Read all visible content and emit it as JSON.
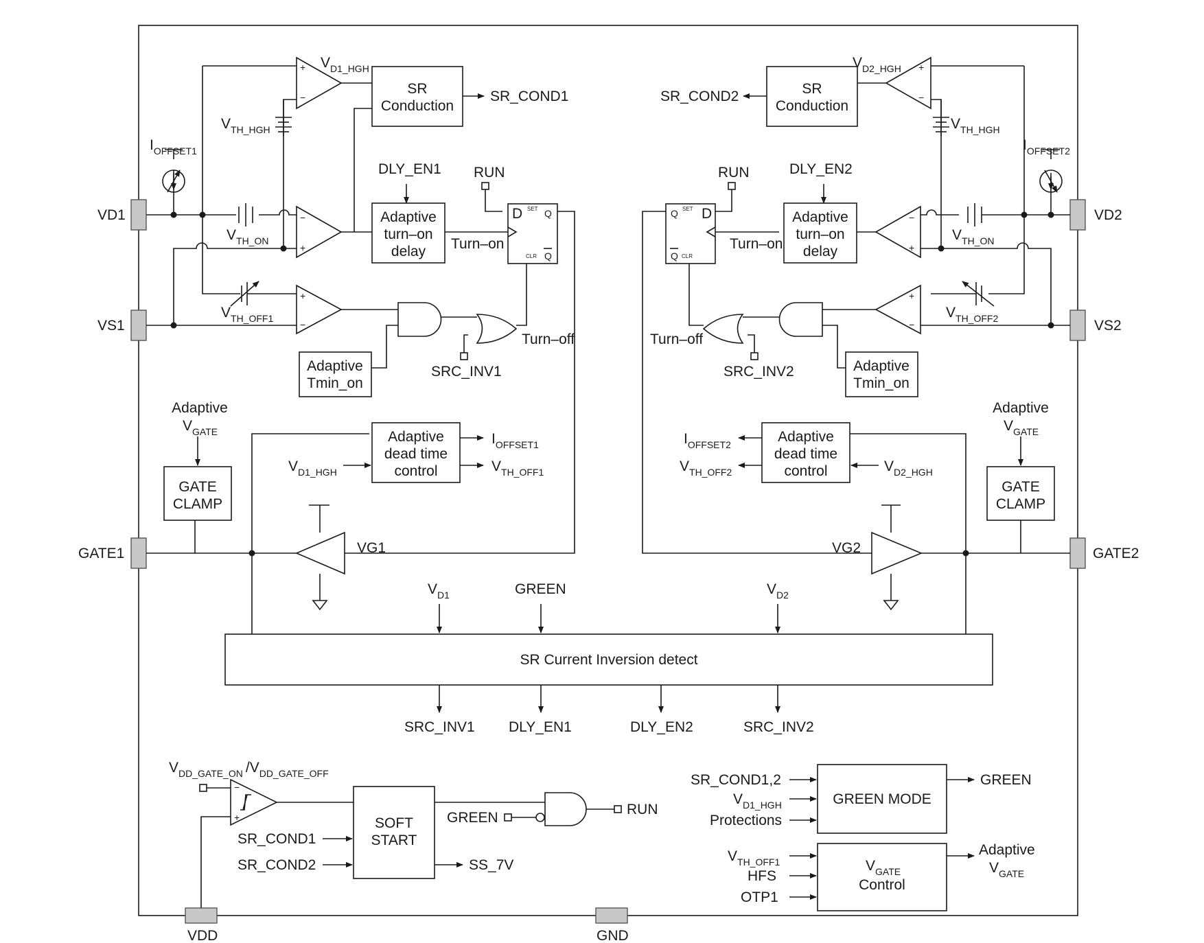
{
  "pins": {
    "vd1": "VD1",
    "vs1": "VS1",
    "gate1": "GATE1",
    "vd2": "VD2",
    "vs2": "VS2",
    "gate2": "GATE2",
    "vdd": "VDD",
    "gnd": "GND"
  },
  "blocks": {
    "sr_cond_l": [
      "SR",
      "Conduction"
    ],
    "sr_cond_r": [
      "SR",
      "Conduction"
    ],
    "adaptive_delay_l": [
      "Adaptive",
      "turn–on",
      "delay"
    ],
    "adaptive_delay_r": [
      "Adaptive",
      "turn–on",
      "delay"
    ],
    "tmin_l": [
      "Adaptive",
      "Tmin_on"
    ],
    "tmin_r": [
      "Adaptive",
      "Tmin_on"
    ],
    "gate_clamp_l": [
      "GATE",
      "CLAMP"
    ],
    "gate_clamp_r": [
      "GATE",
      "CLAMP"
    ],
    "dead_time_l": [
      "Adaptive",
      "dead time",
      "control"
    ],
    "dead_time_r": [
      "Adaptive",
      "dead time",
      "control"
    ],
    "sr_inversion": "SR Current Inversion detect",
    "soft_start": [
      "SOFT",
      "START"
    ],
    "green_mode": "GREEN MODE",
    "vgate_control": {
      "v": "V",
      "sub": "GATE",
      "line2": "Control"
    }
  },
  "labels": {
    "sr_cond1": "SR_COND1",
    "sr_cond2": "SR_COND2",
    "dly_en1": "DLY_EN1",
    "dly_en2": "DLY_EN2",
    "run": "RUN",
    "turn_on": "Turn–on",
    "turn_off": "Turn–off",
    "src_inv1": "SRC_INV1",
    "src_inv2": "SRC_INV2",
    "vg1": "VG1",
    "vg2": "VG2",
    "green": "GREEN",
    "adaptive": "Adaptive",
    "ss_7v": "SS_7V",
    "sr_cond12": "SR_COND1,2",
    "protections": "Protections",
    "hfs": "HFS",
    "otp1": "OTP1",
    "slash": "/",
    "dff_d": "D",
    "dff_q": "Q",
    "dff_set": "SET",
    "dff_clr": "CLR"
  },
  "subscripted": {
    "v": "V",
    "i": "I",
    "d1_hgh": "D1_HGH",
    "d2_hgh": "D2_HGH",
    "th_hgh": "TH_HGH",
    "th_on": "TH_ON",
    "th_off1": "TH_OFF1",
    "th_off2": "TH_OFF2",
    "offset1": "OFFSET1",
    "offset2": "OFFSET2",
    "gate": "GATE",
    "d1": "D1",
    "d2": "D2",
    "dd_gate_on": "DD_GATE_ON",
    "dd_gate_off": "DD_GATE_OFF"
  },
  "colors": {
    "line": "#1a1a1a",
    "pin_fill": "#c8c8c8",
    "background": "#ffffff"
  }
}
